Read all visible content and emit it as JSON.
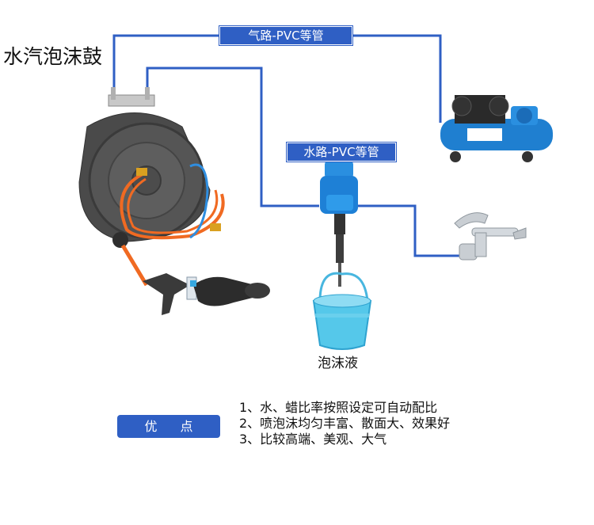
{
  "title": "水汽泡沫鼓",
  "labels": {
    "air_line": "气路-PVC等管",
    "water_line": "水路-PVC等管",
    "foam_liquid": "泡沫液"
  },
  "advantages": {
    "badge": "优 点",
    "items": [
      "1、水、蜡比率按照设定可自动配比",
      "2、喷泡沫均匀丰富、散面大、效果好",
      "3、比较高端、美观、大气"
    ]
  },
  "colors": {
    "pipe_blue": "#2f5fc4",
    "tag_blue": "#2f5fc4",
    "reel_body": "#4a4a4a",
    "hose_orange": "#f06a22",
    "compressor_blue": "#1f7fd0",
    "bucket_cyan": "#55c8ea"
  },
  "icons": [
    "hose-reel-icon",
    "foam-gun-icon",
    "air-compressor-icon",
    "water-tap-icon",
    "dosing-pump-icon",
    "bucket-icon"
  ]
}
